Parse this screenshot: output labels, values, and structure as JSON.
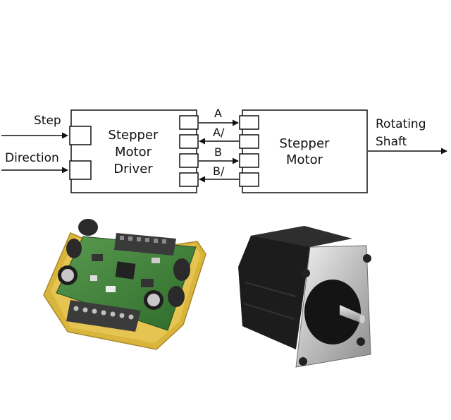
{
  "diagram": {
    "inputs": {
      "step": "Step",
      "direction": "Direction"
    },
    "driver": {
      "line1": "Stepper",
      "line2": "Motor",
      "line3": "Driver"
    },
    "motor": {
      "line1": "Stepper",
      "line2": "Motor"
    },
    "signals": [
      "A",
      "A/",
      "B",
      "B/"
    ],
    "output": {
      "line1": "Rotating",
      "line2": "Shaft"
    }
  },
  "photos": {
    "driver_board": "driver-board-photo",
    "stepper_motor": "stepper-motor-photo"
  },
  "colors": {
    "line": "#111111",
    "board_green": "#3d7a3a",
    "frame_yellow": "#d9b53c",
    "motor_black": "#1c1c1c",
    "faceplate_silver": "#c9c9c9"
  }
}
